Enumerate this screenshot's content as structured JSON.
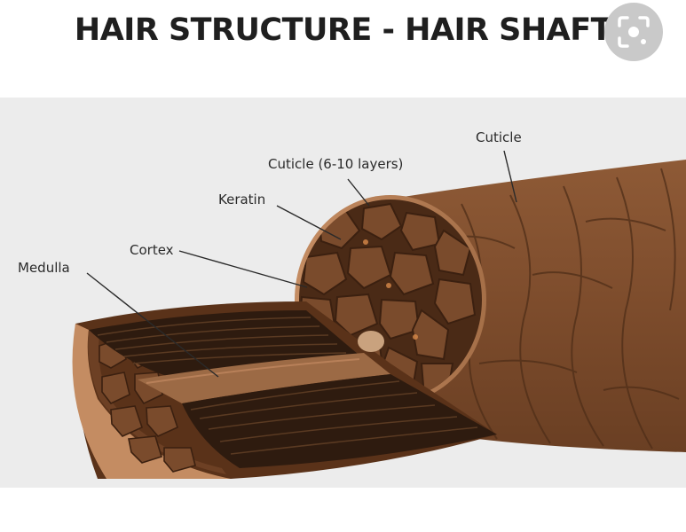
{
  "title": "HAIR STRUCTURE - HAIR SHAFT",
  "labels": {
    "cuticle": "Cuticle",
    "cuticle_layers": "Cuticle (6-10 layers)",
    "keratin": "Keratin",
    "cortex": "Cortex",
    "medulla": "Medulla"
  },
  "icons": {
    "visual_search": "visual-search-icon"
  },
  "colors": {
    "background": "#ececec",
    "shaft": "#8a5733",
    "cuticle_rim": "#b57b52",
    "cortex_cells": "#6b4328",
    "medulla_core": "#9c6a45"
  }
}
